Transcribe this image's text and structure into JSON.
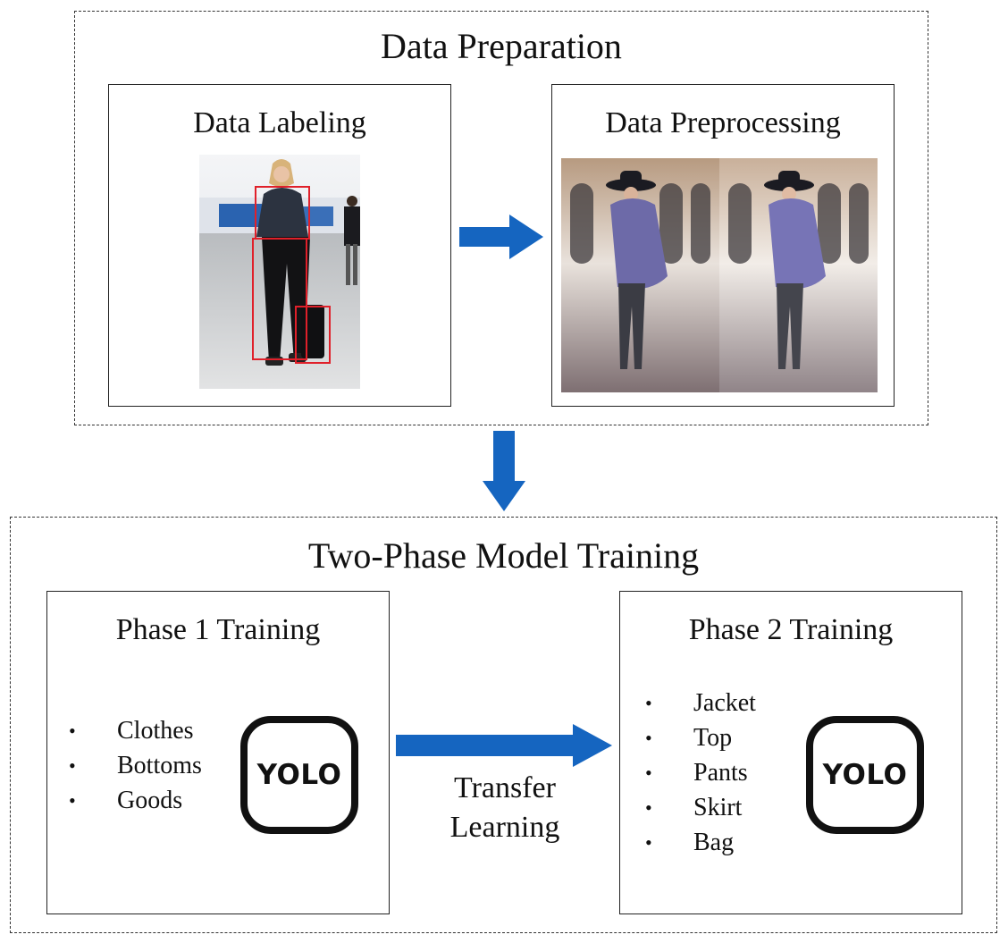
{
  "data_preparation": {
    "title": "Data Preparation",
    "labeling": {
      "title": "Data Labeling"
    },
    "preprocessing": {
      "title": "Data Preprocessing"
    }
  },
  "model_training": {
    "title": "Two-Phase Model Training",
    "phase1": {
      "title": "Phase 1 Training",
      "items": [
        "Clothes",
        "Bottoms",
        "Goods"
      ],
      "logo": "YOLO"
    },
    "transfer": {
      "line1": "Transfer",
      "line2": "Learning"
    },
    "phase2": {
      "title": "Phase 2 Training",
      "items": [
        "Jacket",
        "Top",
        "Pants",
        "Skirt",
        "Bag"
      ],
      "logo": "YOLO"
    }
  },
  "colors": {
    "arrow": "#1565c0",
    "bbox": "#e0202a"
  },
  "icons": {
    "arrow": "arrow-right-icon",
    "arrow_down": "arrow-down-icon",
    "bullet": "bullet-icon"
  }
}
